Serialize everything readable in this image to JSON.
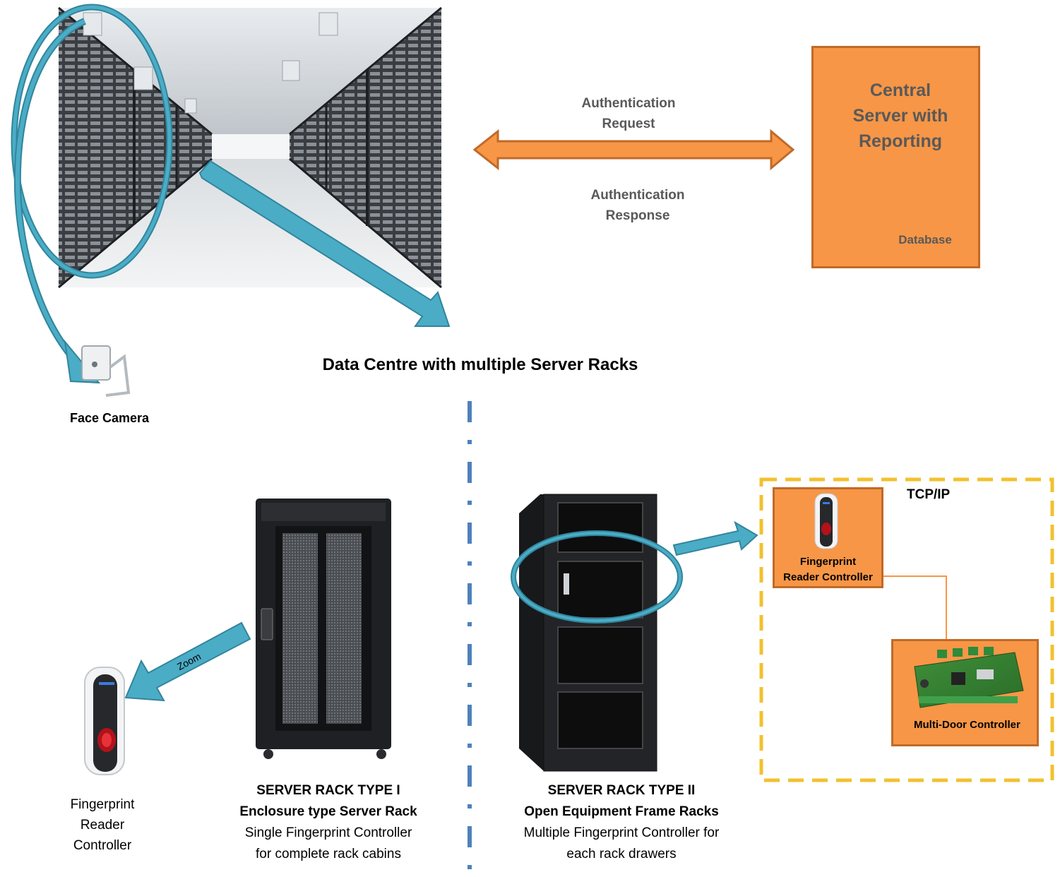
{
  "top": {
    "request_label_1": "Authentication",
    "request_label_2": "Request",
    "response_label_1": "Authentication",
    "response_label_2": "Response",
    "server_title_1": "Central",
    "server_title_2": "Server with",
    "server_title_3": "Reporting",
    "database_label": "Database",
    "datacentre_title": "Data Centre with multiple Server Racks",
    "face_camera_label": "Face Camera"
  },
  "left": {
    "zoom_label": "Zoom",
    "fp_label_1": "Fingerprint",
    "fp_label_2": "Reader",
    "fp_label_3": "Controller",
    "rack1_title": "SERVER RACK TYPE I",
    "rack1_subtitle": "Enclosure type Server Rack",
    "rack1_desc_1": "Single Fingerprint Controller",
    "rack1_desc_2": "for complete rack cabins"
  },
  "right": {
    "rack2_title": "SERVER RACK TYPE II",
    "rack2_subtitle": "Open Equipment Frame Racks",
    "rack2_desc_1": "Multiple Fingerprint Controller for",
    "rack2_desc_2": "each rack drawers",
    "network_label": "TCP/IP",
    "fp_controller_label_1": "Fingerprint",
    "fp_controller_label_2": "Reader Controller",
    "multidoor_label": "Multi-Door Controller"
  },
  "colors": {
    "orange": "#f79646",
    "orange_border": "#c06a28",
    "teal": "#4bacc6",
    "teal_dark": "#31859c",
    "divider": "#4f81bd",
    "dashed_box": "#f2c12e",
    "database": "#9bbb59"
  }
}
